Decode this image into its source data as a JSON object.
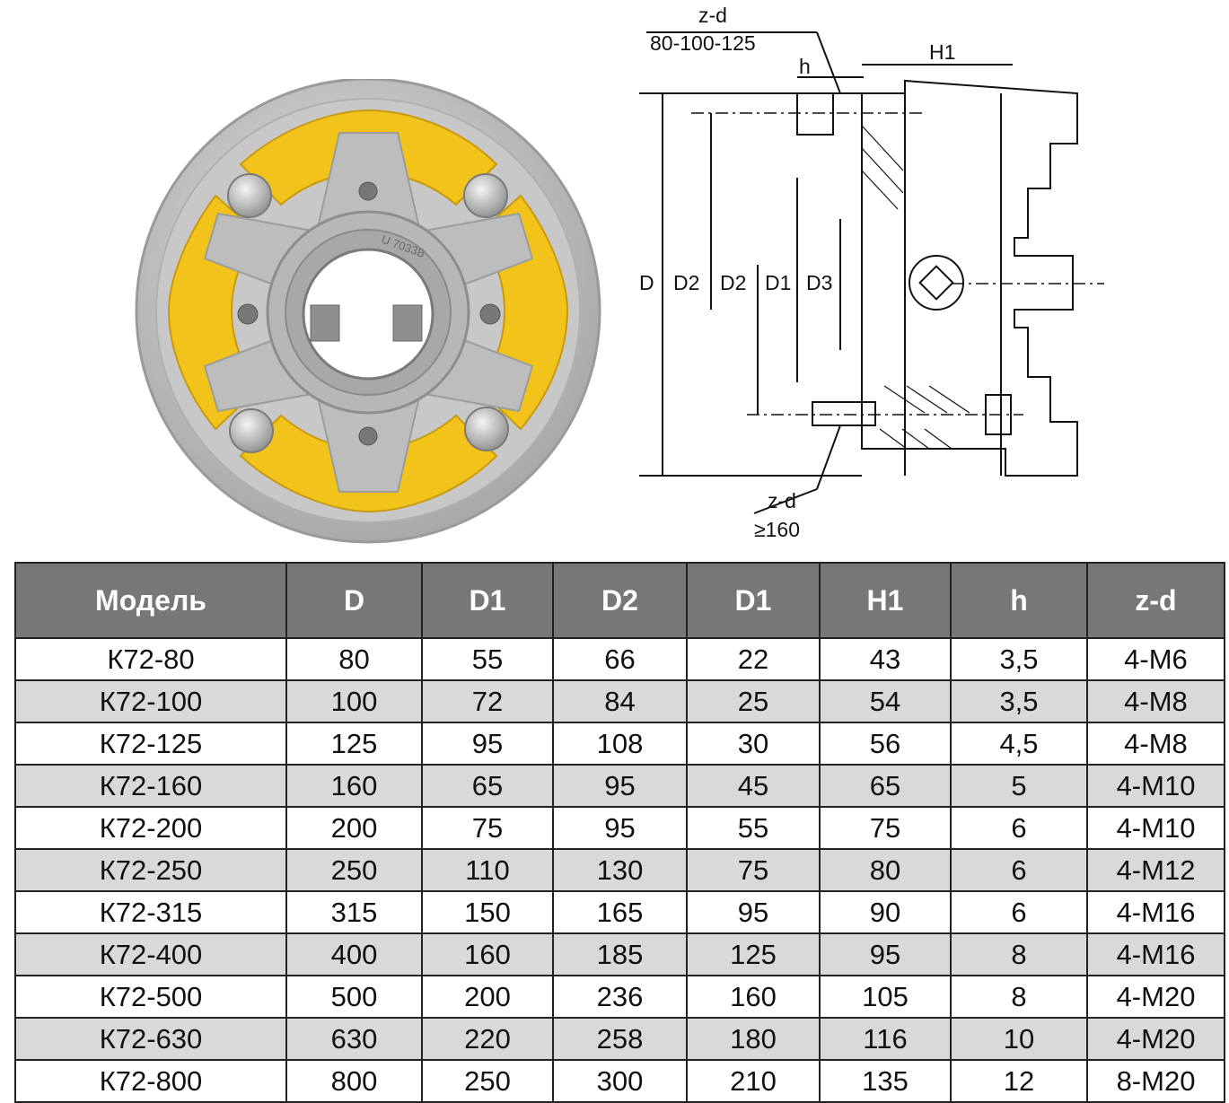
{
  "colors": {
    "header_bg": "#777777",
    "stripe": "#d9d9d9",
    "paint_yellow": "#f2c31b",
    "metal": "#c9c9c9"
  },
  "photo": {
    "engraving": "U 7033B"
  },
  "drawing": {
    "zd_top": "z-d",
    "zd_top_range": "80-100-125",
    "h": "h",
    "H1": "H1",
    "D": "D",
    "D2a": "D2",
    "D2b": "D2",
    "D1": "D1",
    "D3": "D3",
    "zd_bottom": "z-d",
    "zd_bottom_range": "≥160"
  },
  "table": {
    "headers": [
      "Модель",
      "D",
      "D1",
      "D2",
      "D1",
      "H1",
      "h",
      "z-d"
    ],
    "rows": [
      [
        "К72-80",
        "80",
        "55",
        "66",
        "22",
        "43",
        "3,5",
        "4-М6"
      ],
      [
        "К72-100",
        "100",
        "72",
        "84",
        "25",
        "54",
        "3,5",
        "4-М8"
      ],
      [
        "К72-125",
        "125",
        "95",
        "108",
        "30",
        "56",
        "4,5",
        "4-М8"
      ],
      [
        "К72-160",
        "160",
        "65",
        "95",
        "45",
        "65",
        "5",
        "4-М10"
      ],
      [
        "К72-200",
        "200",
        "75",
        "95",
        "55",
        "75",
        "6",
        "4-М10"
      ],
      [
        "К72-250",
        "250",
        "110",
        "130",
        "75",
        "80",
        "6",
        "4-М12"
      ],
      [
        "К72-315",
        "315",
        "150",
        "165",
        "95",
        "90",
        "6",
        "4-М16"
      ],
      [
        "К72-400",
        "400",
        "160",
        "185",
        "125",
        "95",
        "8",
        "4-М16"
      ],
      [
        "К72-500",
        "500",
        "200",
        "236",
        "160",
        "105",
        "8",
        "4-М20"
      ],
      [
        "К72-630",
        "630",
        "220",
        "258",
        "180",
        "116",
        "10",
        "4-М20"
      ],
      [
        "К72-800",
        "800",
        "250",
        "300",
        "210",
        "135",
        "12",
        "8-М20"
      ]
    ]
  }
}
